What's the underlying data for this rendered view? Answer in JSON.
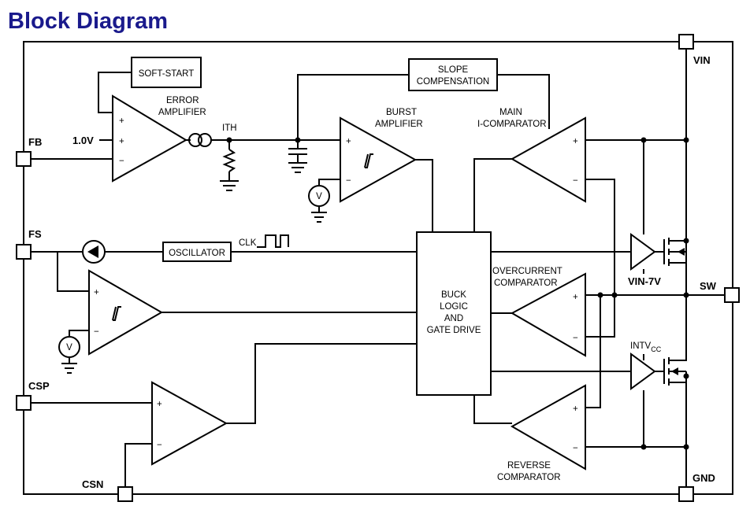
{
  "title": "Block Diagram",
  "pins": {
    "vin": "VIN",
    "fb": "FB",
    "fs": "FS",
    "csp": "CSP",
    "csn": "CSN",
    "sw": "SW",
    "gnd": "GND"
  },
  "blocks": {
    "soft_start": "SOFT-START",
    "slope_comp_line1": "SLOPE",
    "slope_comp_line2": "COMPENSATION",
    "oscillator": "OSCILLATOR",
    "logic_line1": "BUCK",
    "logic_line2": "LOGIC",
    "logic_line3": "AND",
    "logic_line4": "GATE DRIVE"
  },
  "labels": {
    "error_amp_line1": "ERROR",
    "error_amp_line2": "AMPLIFIER",
    "burst_amp_line1": "BURST",
    "burst_amp_line2": "AMPLIFIER",
    "main_comp_line1": "MAIN",
    "main_comp_line2": "I-COMPARATOR",
    "overcurrent_line1": "OVERCURRENT",
    "overcurrent_line2": "COMPARATOR",
    "reverse_line1": "REVERSE",
    "reverse_line2": "COMPARATOR",
    "ith": "ITH",
    "ref_voltage": "1.0V",
    "clk": "CLK",
    "vin7v": "VIN-7V",
    "intvcc": "INTV",
    "intvcc_sub": "CC",
    "vsource": "V",
    "plus": "+",
    "minus": "−"
  }
}
